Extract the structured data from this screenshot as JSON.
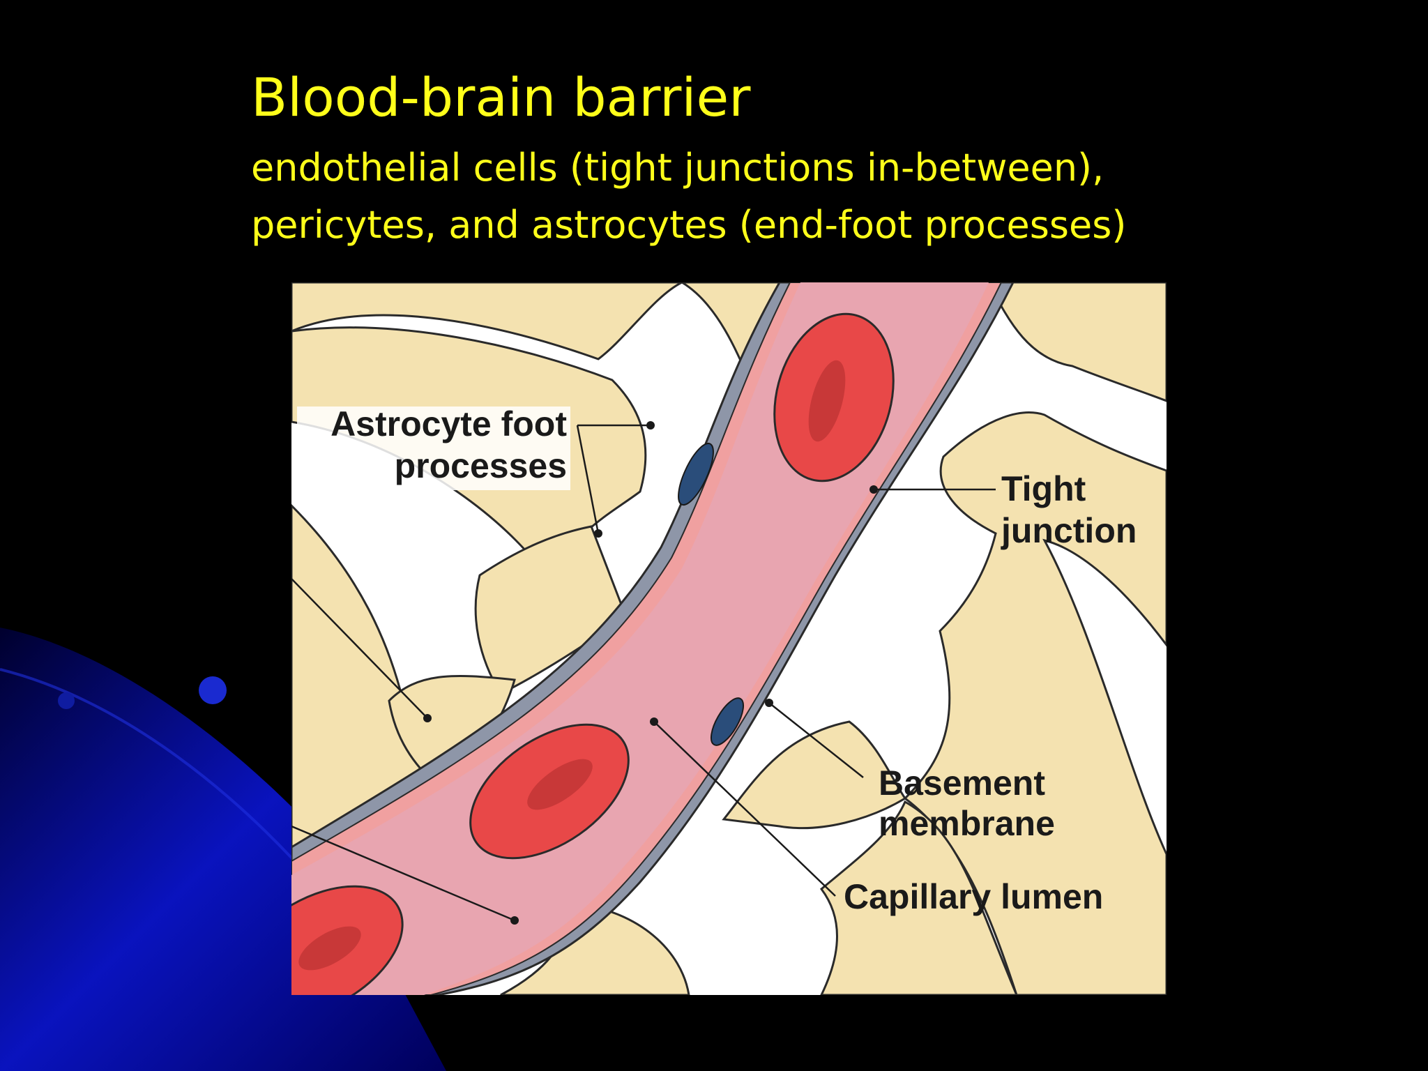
{
  "slide": {
    "title": "Blood-brain barrier",
    "subtitle_lines": [
      "endothelial cells (tight junctions in-between),",
      "pericytes, and astrocytes (end-foot processes)"
    ]
  },
  "diagram": {
    "labels": {
      "astrocyte_line1": "Astrocyte foot",
      "astrocyte_line2": "processes",
      "tight_line1": "Tight",
      "tight_line2": "junction",
      "basement_line1": "Basement",
      "basement_line2": "membrane",
      "lumen": "Capillary lumen"
    }
  },
  "colors": {
    "title_text": "#ffff1a",
    "background": "#000000",
    "accent_blue": "#0a14c8",
    "astrocyte_fill": "#f4e2b0",
    "vessel_lumen": "#e8a5b0",
    "endothelium": "#f0a0a0",
    "basement_membrane": "#8e96a8",
    "red_blood_cell": "#e84848",
    "nucleus": "#2a4d7a"
  }
}
